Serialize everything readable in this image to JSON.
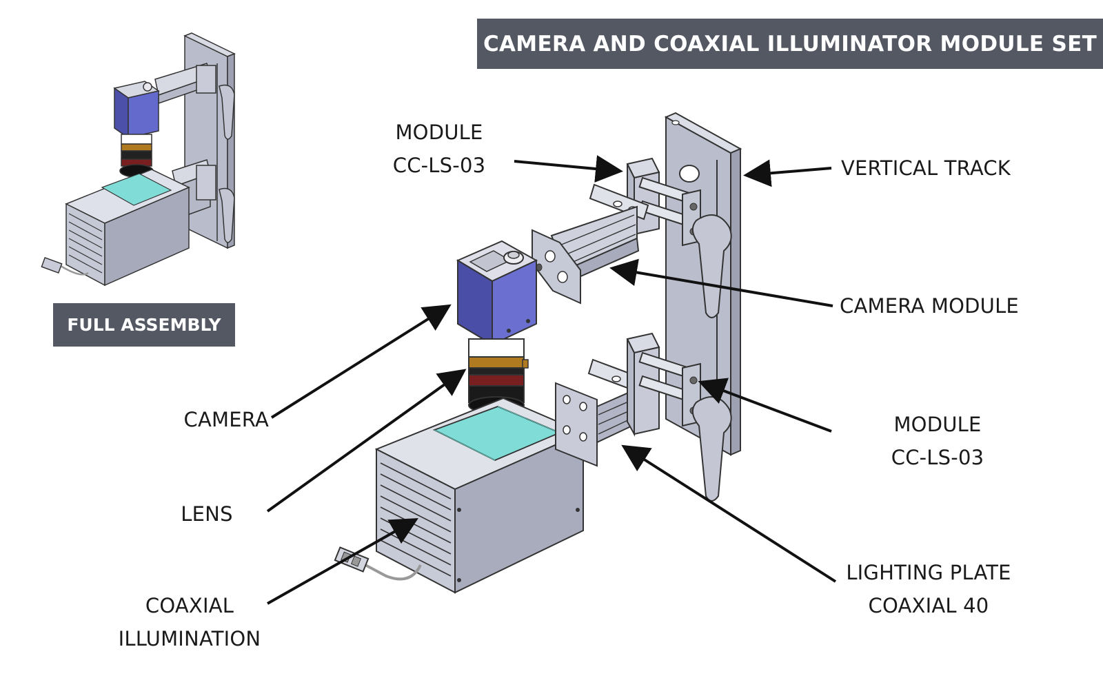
{
  "title": "CAMERA AND COAXIAL ILLUMINATOR MODULE SET",
  "inset_label": "FULL ASSEMBLY",
  "callouts": {
    "module_top": [
      "MODULE",
      "CC-LS-03"
    ],
    "vertical_track": [
      "VERTICAL TRACK"
    ],
    "camera_module": [
      "CAMERA MODULE"
    ],
    "camera": [
      "CAMERA"
    ],
    "lens": [
      "LENS"
    ],
    "module_bottom": [
      "MODULE",
      "CC-LS-03"
    ],
    "lighting_plate": [
      "LIGHTING PLATE",
      "COAXIAL 40"
    ],
    "coaxial_illumination": [
      "COAXIAL",
      "ILLUMINATION"
    ]
  },
  "colors": {
    "banner": "#545863",
    "camera_body": "#5a5fc0",
    "illuminator_window": "#7fdcd6",
    "metal": "#c9ccd8",
    "lens_band_orange": "#b07a20",
    "lens_band_red": "#7a1f1f"
  }
}
